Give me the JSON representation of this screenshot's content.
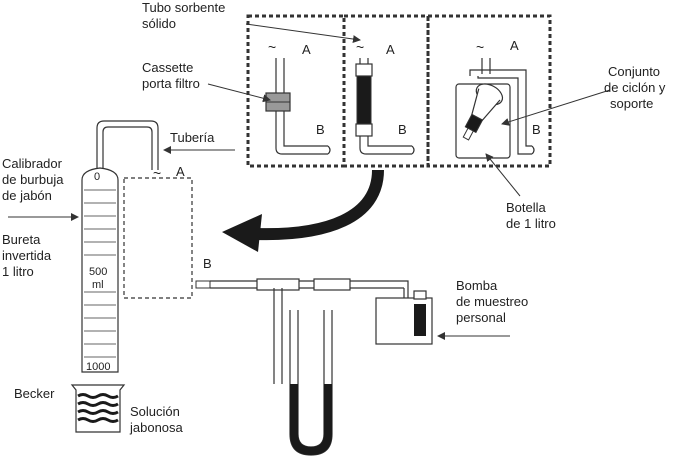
{
  "labels": {
    "tubo_sorbente": [
      "Tubo sorbente",
      "sólido"
    ],
    "cassette": [
      "Cassette",
      "porta filtro"
    ],
    "conjunto": [
      "Conjunto",
      "de ciclón y",
      "soporte"
    ],
    "tuberia": "Tubería",
    "calibrador": [
      "Calibrador",
      "de burbuja",
      "de jabón"
    ],
    "bureta": [
      "Bureta",
      "invertida",
      "1 litro"
    ],
    "botella": [
      "Botella",
      "de 1 litro"
    ],
    "bomba": [
      "Bomba",
      "de muestreo",
      "personal"
    ],
    "becker": "Becker",
    "solucion": [
      "Solución",
      "jabonosa"
    ],
    "scale_zero": "0",
    "scale_500": "500",
    "scale_ml": "ml",
    "scale_1000": "1000",
    "port_a": "A",
    "port_b": "B"
  },
  "colors": {
    "line": "#333333",
    "dark_fill": "#1a1a1a",
    "grey_fill": "#999999",
    "background": "#ffffff"
  }
}
